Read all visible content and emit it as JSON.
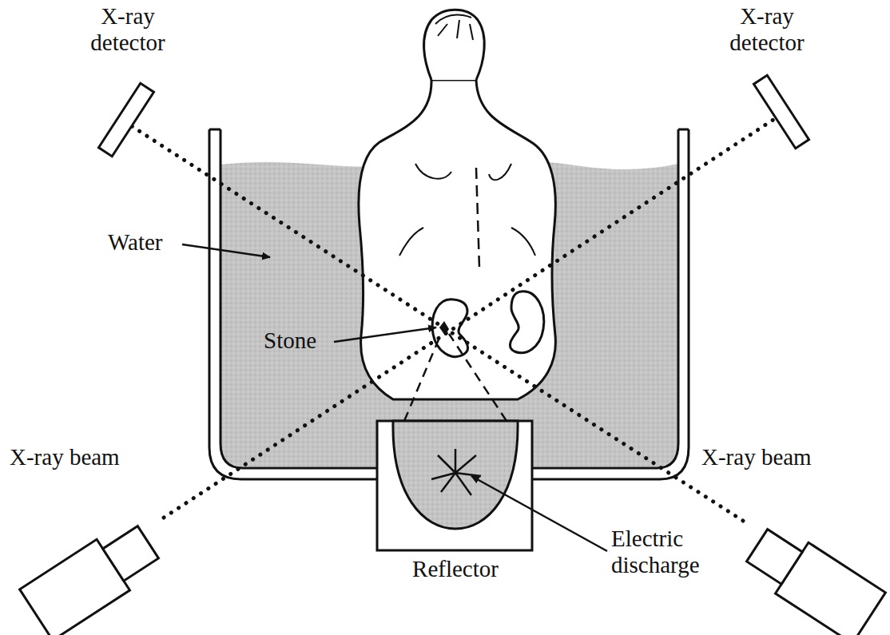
{
  "diagram": {
    "labels": [
      "X-ray detector",
      "X-ray detector",
      "Water",
      "Stone",
      "X-ray beam",
      "X-ray beam",
      "Electric discharge",
      "Reflector"
    ]
  }
}
